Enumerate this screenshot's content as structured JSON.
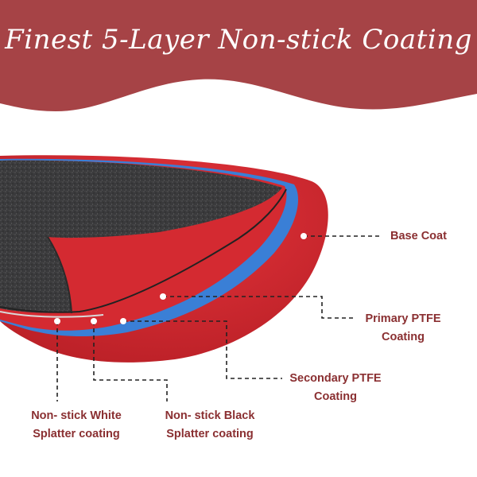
{
  "title": "Finest 5-Layer Non-stick Coating",
  "colors": {
    "banner": "#a64346",
    "label_text": "#8a2f31",
    "base_coat": "#d42a31",
    "primary_ptfe": "#3a7fd6",
    "secondary_ptfe": "#d42a31",
    "non_stick_surface": "#3b3b3d"
  },
  "labels": {
    "base_coat": {
      "line1": "Base Coat"
    },
    "primary_ptfe": {
      "line1": "Primary PTFE",
      "line2": "Coating"
    },
    "secondary_ptfe": {
      "line1": "Secondary PTFE",
      "line2": "Coating"
    },
    "white_splatter": {
      "line1": "Non- stick White",
      "line2": "Splatter coating"
    },
    "black_splatter": {
      "line1": "Non- stick Black",
      "line2": "Splatter coating"
    }
  }
}
